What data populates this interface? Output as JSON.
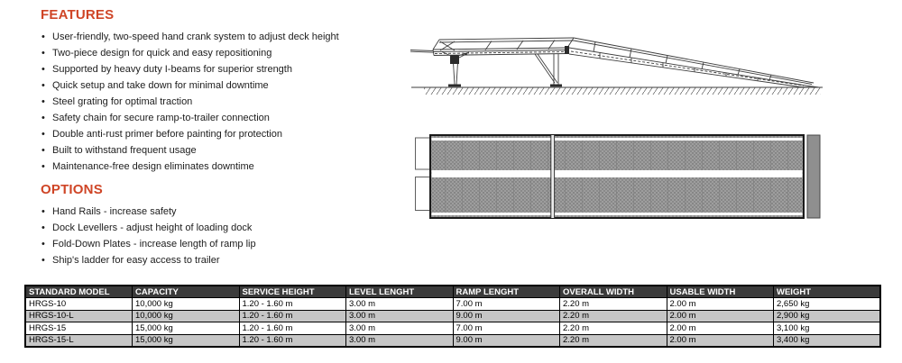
{
  "features": {
    "title": "FEATURES",
    "items": [
      "User-friendly, two-speed hand crank system to adjust deck height",
      "Two-piece design for quick and easy repositioning",
      "Supported by heavy duty I-beams for superior strength",
      "Quick setup and take down for minimal downtime",
      "Steel grating for optimal traction",
      "Safety chain for secure ramp-to-trailer connection",
      "Double anti-rust primer before painting for protection",
      "Built to withstand frequent usage",
      "Maintenance-free design eliminates downtime"
    ]
  },
  "options": {
    "title": "OPTIONS",
    "items": [
      "Hand Rails - increase safety",
      "Dock Levellers - adjust height of loading dock",
      "Fold-Down Plates - increase length of ramp lip",
      "Ship's ladder for easy access to trailer"
    ]
  },
  "drawings": {
    "side_view": "mobile-yard-ramp-side-elevation",
    "top_view": "ramp-deck-plan-view"
  },
  "colors": {
    "heading_accent": "#cf4526",
    "table_header_bg": "#3b3b3b",
    "table_row_alt_bg": "#c6c6c6",
    "table_border": "#000000"
  },
  "table": {
    "columns": [
      "STANDARD MODEL",
      "CAPACITY",
      "SERVICE HEIGHT",
      "LEVEL LENGHT",
      "RAMP LENGHT",
      "OVERALL WIDTH",
      "USABLE WIDTH",
      "WEIGHT"
    ],
    "rows": [
      [
        "HRGS-10",
        "10,000 kg",
        "1.20 - 1.60 m",
        "3.00 m",
        "7.00 m",
        "2.20 m",
        "2.00 m",
        "2,650 kg"
      ],
      [
        "HRGS-10-L",
        "10,000 kg",
        "1.20 - 1.60 m",
        "3.00 m",
        "9.00 m",
        "2.20 m",
        "2.00 m",
        "2,900 kg"
      ],
      [
        "HRGS-15",
        "15,000 kg",
        "1.20 - 1.60 m",
        "3.00 m",
        "7.00 m",
        "2.20 m",
        "2.00 m",
        "3,100 kg"
      ],
      [
        "HRGS-15-L",
        "15,000 kg",
        "1.20 - 1.60 m",
        "3.00 m",
        "9.00 m",
        "2.20 m",
        "2.00 m",
        "3,400 kg"
      ]
    ]
  }
}
